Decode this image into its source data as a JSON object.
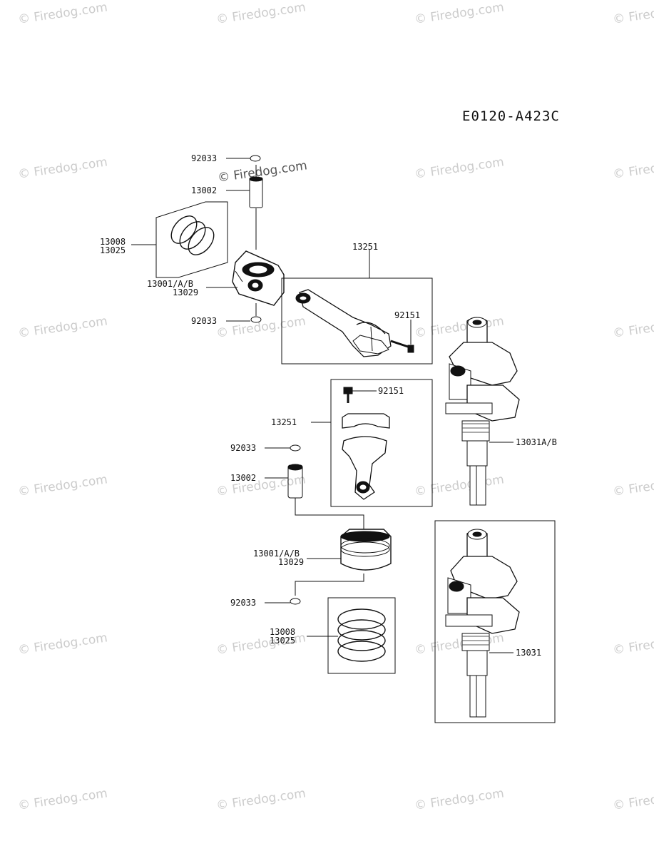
{
  "diagram_code": "E0120-A423C",
  "watermark": "© Firedog.com",
  "labels": {
    "pin_clip_top_a": "92033",
    "piston_pin_a": "13002",
    "ring_set_a_1": "13008",
    "ring_set_a_2": "13025",
    "piston_a_1": "13001/A/B",
    "piston_a_2": "13029",
    "pin_clip_bottom_a": "92033",
    "conrod_a": "13251",
    "bolt_a": "92151",
    "bolt_b": "92151",
    "conrod_b": "13251",
    "crankshaft_ab": "13031A/B",
    "pin_clip_top_b": "92033",
    "piston_pin_b": "13002",
    "piston_b_1": "13001/A/B",
    "piston_b_2": "13029",
    "pin_clip_bottom_b": "92033",
    "ring_set_b_1": "13008",
    "ring_set_b_2": "13025",
    "crankshaft": "13031"
  }
}
